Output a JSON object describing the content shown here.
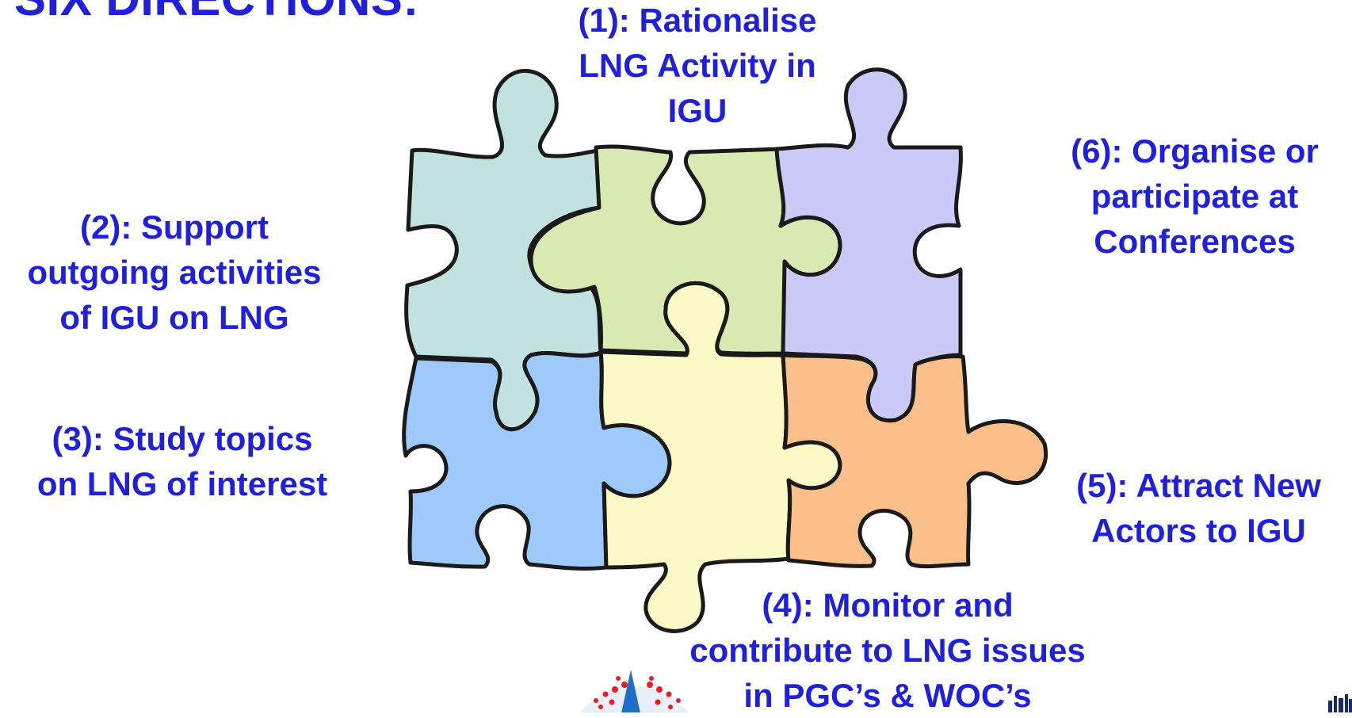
{
  "title": "SIX DIRECTIONS:",
  "colors": {
    "text": "#1f1fdc",
    "piece_teal": "#c2e2df",
    "piece_green": "#d8e9b2",
    "piece_lavender": "#cbcaf7",
    "piece_blue": "#9dcaf8",
    "piece_yellow": "#fbf9c6",
    "piece_orange": "#fbbf89",
    "outline": "#1a1a1a"
  },
  "directions": [
    {
      "id": "1",
      "lines": [
        "(1): Rationalise",
        "LNG Activity in",
        "IGU"
      ]
    },
    {
      "id": "2",
      "lines": [
        "(2): Support",
        "outgoing activities",
        "of IGU on LNG"
      ]
    },
    {
      "id": "3",
      "lines": [
        "(3): Study topics",
        "on LNG of interest"
      ]
    },
    {
      "id": "4",
      "lines": [
        "(4): Monitor and",
        "contribute to LNG issues",
        "in PGC’s & WOC’s"
      ]
    },
    {
      "id": "5",
      "lines": [
        "(5): Attract New",
        "Actors to IGU"
      ]
    },
    {
      "id": "6",
      "lines": [
        "(6): Organise or",
        "participate at",
        "Conferences"
      ]
    }
  ],
  "icons": {
    "puzzle": "jigsaw-puzzle-icon",
    "logo_left": "igu-globe-logo",
    "logo_right": "city-skyline-logo"
  }
}
